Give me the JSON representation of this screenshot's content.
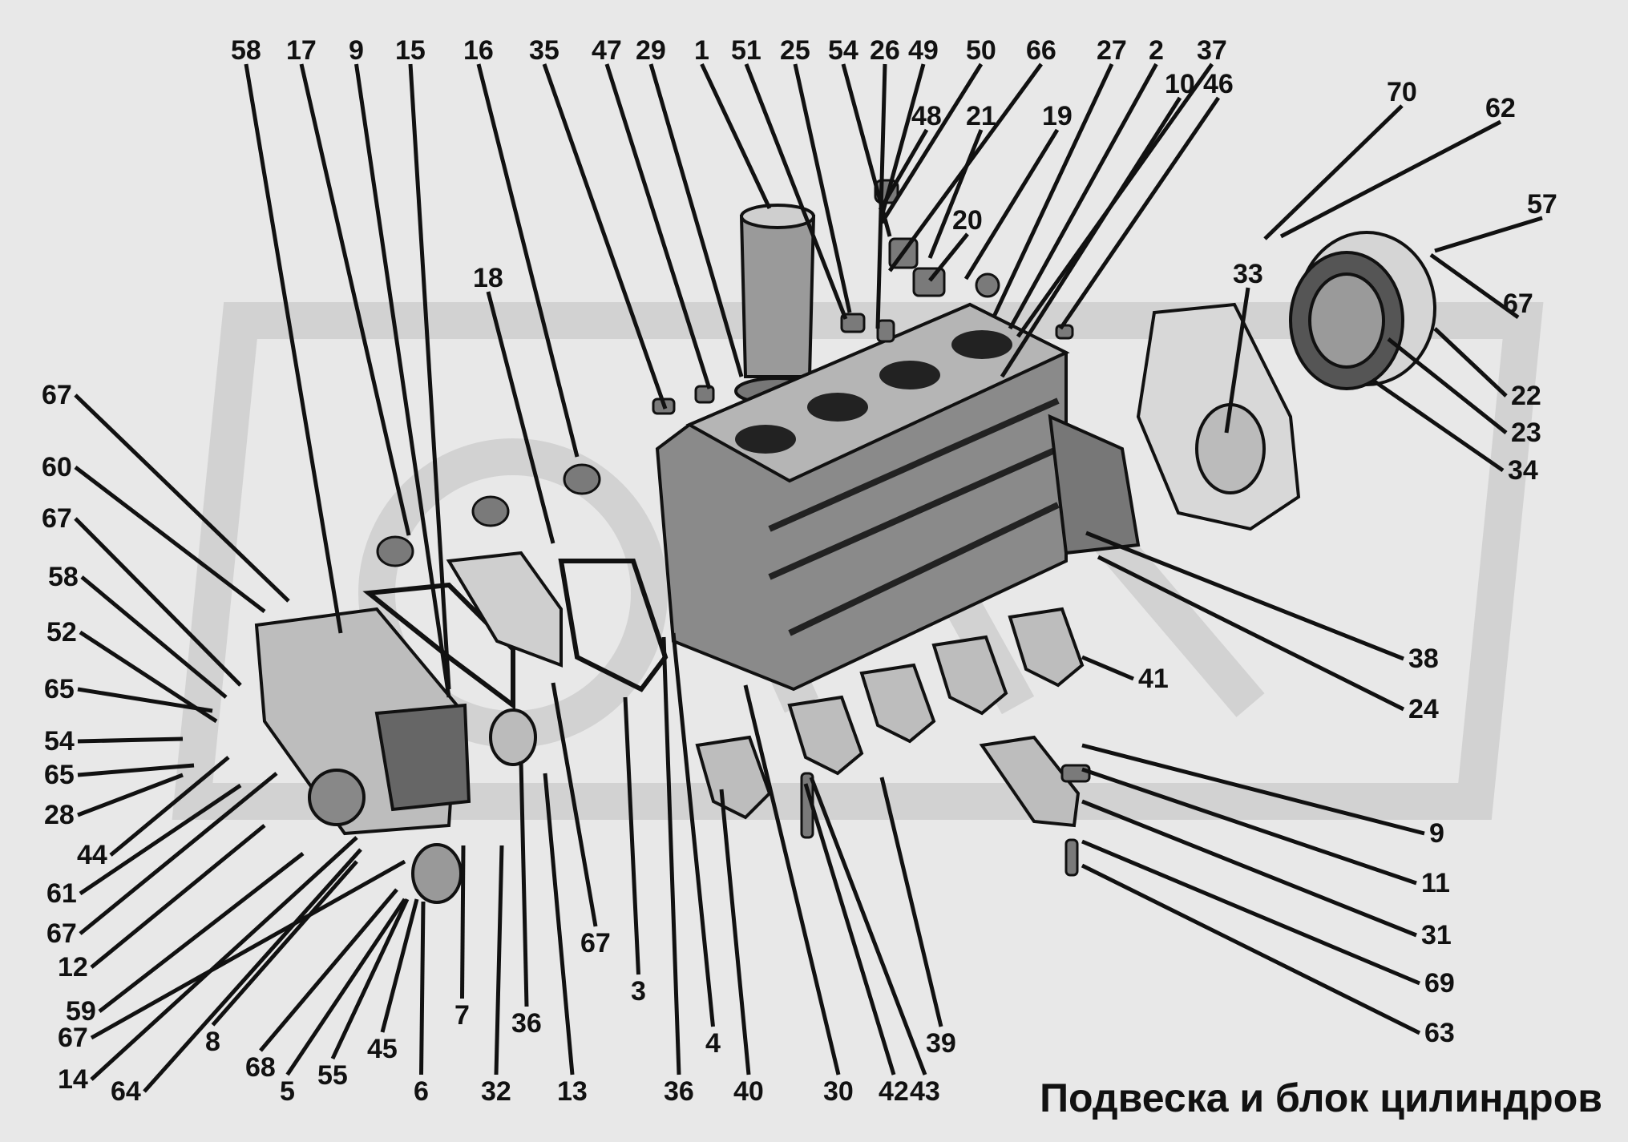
{
  "caption": "Подвеска и блок цилиндров",
  "colors": {
    "background": "#e8e8e8",
    "watermark": "#d2d2d2",
    "ink": "#111111",
    "part_fill": "#8a8a8a"
  },
  "callouts": {
    "top": [
      "58",
      "17",
      "9",
      "15",
      "16",
      "35",
      "47",
      "29",
      "1",
      "51",
      "25",
      "54",
      "26",
      "49",
      "50",
      "66",
      "27",
      "2",
      "37",
      "10",
      "46",
      "48",
      "21",
      "19",
      "20",
      "18",
      "70",
      "62",
      "57",
      "67",
      "33"
    ],
    "left": [
      "67",
      "60",
      "67",
      "58",
      "52",
      "65",
      "54",
      "65",
      "28",
      "44",
      "61",
      "67",
      "12",
      "59",
      "67",
      "14",
      "64"
    ],
    "bottom": [
      "8",
      "68",
      "5",
      "55",
      "45",
      "6",
      "7",
      "32",
      "36",
      "13",
      "67",
      "3",
      "36",
      "4",
      "40",
      "30",
      "42",
      "43",
      "39"
    ],
    "right": [
      "22",
      "23",
      "34",
      "38",
      "24",
      "41",
      "9",
      "11",
      "31",
      "69",
      "63"
    ]
  }
}
